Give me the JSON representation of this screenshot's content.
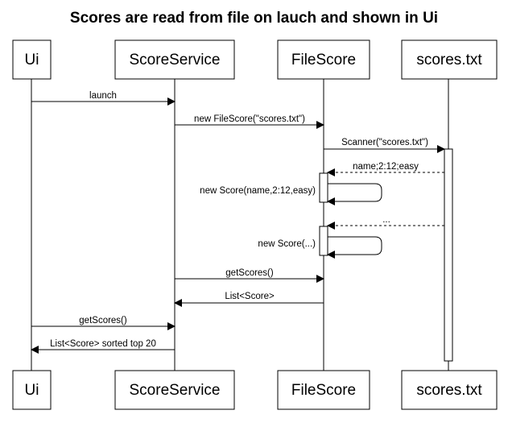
{
  "title": "Scores are read from file on lauch and shown in Ui",
  "participants": [
    {
      "id": "ui",
      "label": "Ui"
    },
    {
      "id": "service",
      "label": "ScoreService"
    },
    {
      "id": "filescore",
      "label": "FileScore"
    },
    {
      "id": "file",
      "label": "scores.txt"
    }
  ],
  "messages": [
    {
      "label": "launch"
    },
    {
      "label": "new FileScore(\"scores.txt\")"
    },
    {
      "label": "Scanner(\"scores.txt\")"
    },
    {
      "label": "name;2:12;easy"
    },
    {
      "label": "new Score(name,2:12,easy)"
    },
    {
      "label": "..."
    },
    {
      "label": "new Score(...)"
    },
    {
      "label": "getScores()"
    },
    {
      "label": "List<Score>"
    },
    {
      "label": "getScores()"
    },
    {
      "label": "List<Score> sorted top 20"
    }
  ]
}
